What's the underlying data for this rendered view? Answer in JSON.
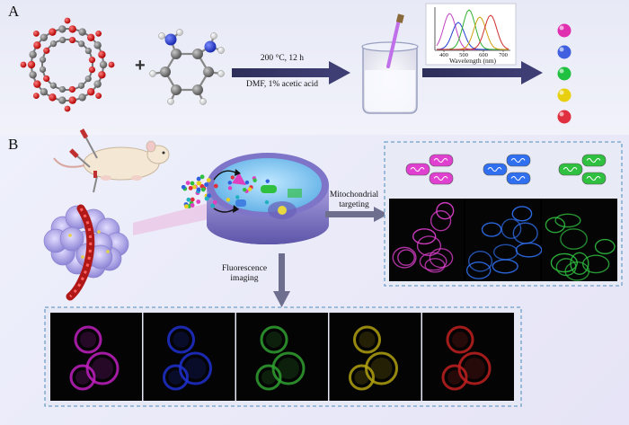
{
  "panel_a": {
    "label": "A",
    "plus_sign": "+",
    "reaction_top": "200 °C, 12 h",
    "reaction_bottom": "DMF, 1% acetic acid",
    "spectrum": {
      "xlabel": "Wavelength (nm)",
      "ticks": [
        "400",
        "500",
        "600",
        "700"
      ],
      "curve_colors": [
        "#c040c0",
        "#2040d0",
        "#30b030",
        "#d0a010",
        "#d03030"
      ]
    },
    "dot_colors": [
      "#e030b0",
      "#4060e0",
      "#20c040",
      "#e8d010",
      "#e03040"
    ]
  },
  "panel_b": {
    "label": "B",
    "mito_label_line1": "Mitochondrial",
    "mito_label_line2": "targeting",
    "fluor_label_line1": "Fluorescence",
    "fluor_label_line2": "imaging",
    "mito_colors": [
      "#e040d0",
      "#3070f0",
      "#30c040"
    ],
    "cell_panel_colors": [
      "#c020c0",
      "#2030d0",
      "#30a030",
      "#b0a010",
      "#c02020"
    ]
  }
}
